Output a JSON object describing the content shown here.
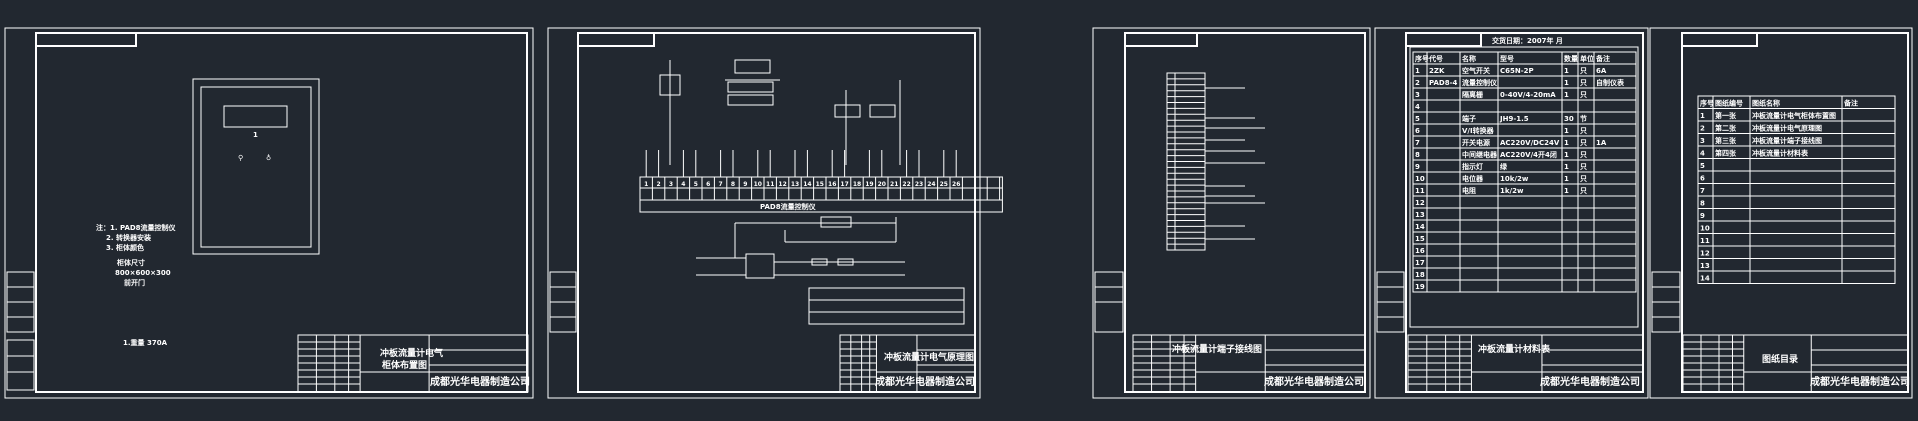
{
  "app": {
    "background": "#222830",
    "line_color": "#ffffff"
  },
  "company": "成都光华电器制造公司",
  "sheets": [
    {
      "title_line1": "冲板流量计电气",
      "title_line2": "柜体布置图",
      "panel_label": "1",
      "notes": [
        "注：1. PAD8流量控制仪",
        "2. 转换器安装",
        "3. 柜体颜色"
      ],
      "cabinet": [
        "柜体尺寸",
        "800×600×300",
        "前开门"
      ],
      "weight": "1.重量 370A"
    },
    {
      "title": "冲板流量计电气原理图",
      "strip_label": "PAD8流量控制仪"
    },
    {
      "title": "冲板流量计端子接线图"
    },
    {
      "title": "冲板流量计材料表",
      "delivery": "交货日期：2007年 月"
    },
    {
      "title": "图纸目录"
    }
  ],
  "materials": {
    "headers": [
      "序号",
      "代号",
      "名称",
      "型号",
      "数量",
      "单位",
      "备注"
    ],
    "rows": [
      [
        "1",
        "2ZK",
        "空气开关",
        "C65N-2P",
        "1",
        "只",
        "6A"
      ],
      [
        "2",
        "PAD8-4",
        "流量控制仪",
        "",
        "1",
        "只",
        "自制仪表"
      ],
      [
        "3",
        "",
        "隔离栅",
        "0-40V/4-20mA",
        "1",
        "只",
        ""
      ],
      [
        "4",
        "",
        "",
        "",
        "",
        "",
        ""
      ],
      [
        "5",
        "",
        "端子",
        "JH9-1.5",
        "30",
        "节",
        ""
      ],
      [
        "6",
        "",
        "V/I转换器",
        "",
        "1",
        "只",
        ""
      ],
      [
        "7",
        "",
        "开关电源",
        "AC220V/DC24V",
        "1",
        "只",
        "1A"
      ],
      [
        "8",
        "",
        "中间继电器",
        "AC220V/4开4闭",
        "1",
        "只",
        ""
      ],
      [
        "9",
        "",
        "指示灯",
        "绿",
        "1",
        "只",
        ""
      ],
      [
        "10",
        "",
        "电位器",
        "10k/2w",
        "1",
        "只",
        ""
      ],
      [
        "11",
        "",
        "电阻",
        "1k/2w",
        "1",
        "只",
        ""
      ],
      [
        "12",
        "",
        "",
        "",
        "",
        "",
        ""
      ],
      [
        "13",
        "",
        "",
        "",
        "",
        "",
        ""
      ],
      [
        "14",
        "",
        "",
        "",
        "",
        "",
        ""
      ],
      [
        "15",
        "",
        "",
        "",
        "",
        "",
        ""
      ],
      [
        "16",
        "",
        "",
        "",
        "",
        "",
        ""
      ],
      [
        "17",
        "",
        "",
        "",
        "",
        "",
        ""
      ],
      [
        "18",
        "",
        "",
        "",
        "",
        "",
        ""
      ],
      [
        "19",
        "",
        "",
        "",
        "",
        "",
        ""
      ]
    ]
  },
  "index": {
    "headers": [
      "序号",
      "图纸编号",
      "图纸名称",
      "备注"
    ],
    "rows": [
      [
        "1",
        "第一张",
        "冲板流量计电气柜体布置图",
        ""
      ],
      [
        "2",
        "第二张",
        "冲板流量计电气原理图",
        ""
      ],
      [
        "3",
        "第三张",
        "冲板流量计端子接线图",
        ""
      ],
      [
        "4",
        "第四张",
        "冲板流量计材料表",
        ""
      ],
      [
        "5",
        "",
        "",
        ""
      ],
      [
        "6",
        "",
        "",
        ""
      ],
      [
        "7",
        "",
        "",
        ""
      ],
      [
        "8",
        "",
        "",
        ""
      ],
      [
        "9",
        "",
        "",
        ""
      ],
      [
        "10",
        "",
        "",
        ""
      ],
      [
        "11",
        "",
        "",
        ""
      ],
      [
        "12",
        "",
        "",
        ""
      ],
      [
        "13",
        "",
        "",
        ""
      ],
      [
        "14",
        "",
        "",
        ""
      ]
    ]
  }
}
